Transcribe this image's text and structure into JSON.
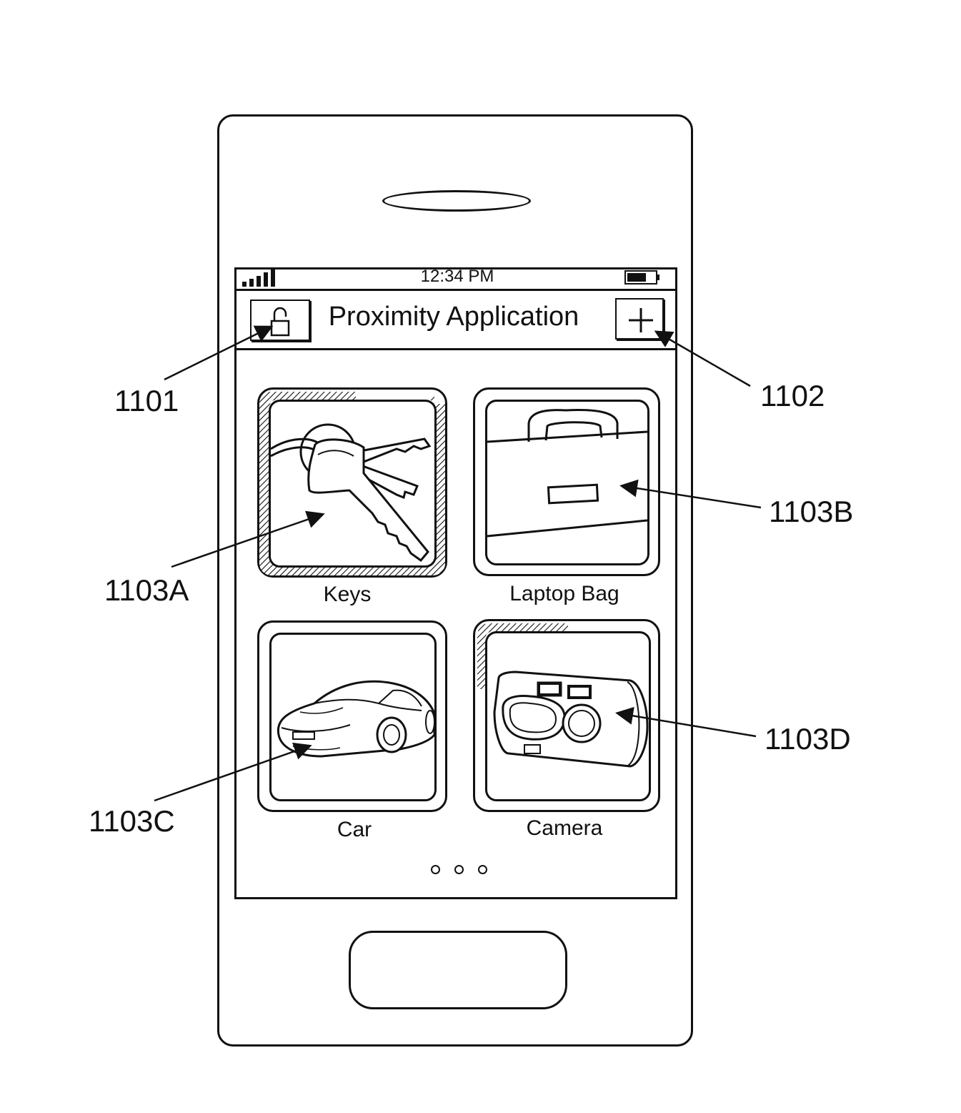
{
  "status_bar": {
    "time": "12:34 PM",
    "signal_icon": "signal-bars-icon",
    "battery_icon": "battery-icon"
  },
  "header": {
    "title": "Proximity Application",
    "lock_button_icon": "unlock-icon",
    "add_button_icon": "plus-icon"
  },
  "items": [
    {
      "label": "Keys",
      "icon": "keys-icon",
      "hatched": true
    },
    {
      "label": "Laptop Bag",
      "icon": "laptop-bag-icon",
      "hatched": false
    },
    {
      "label": "Car",
      "icon": "car-icon",
      "hatched": false
    },
    {
      "label": "Camera",
      "icon": "camera-icon",
      "hatched": true
    }
  ],
  "pager": {
    "pages": 3
  },
  "callouts": {
    "lock_button": "1101",
    "add_button": "1102",
    "keys": "1103A",
    "laptop_bag": "1103B",
    "car": "1103C",
    "camera": "1103D"
  }
}
